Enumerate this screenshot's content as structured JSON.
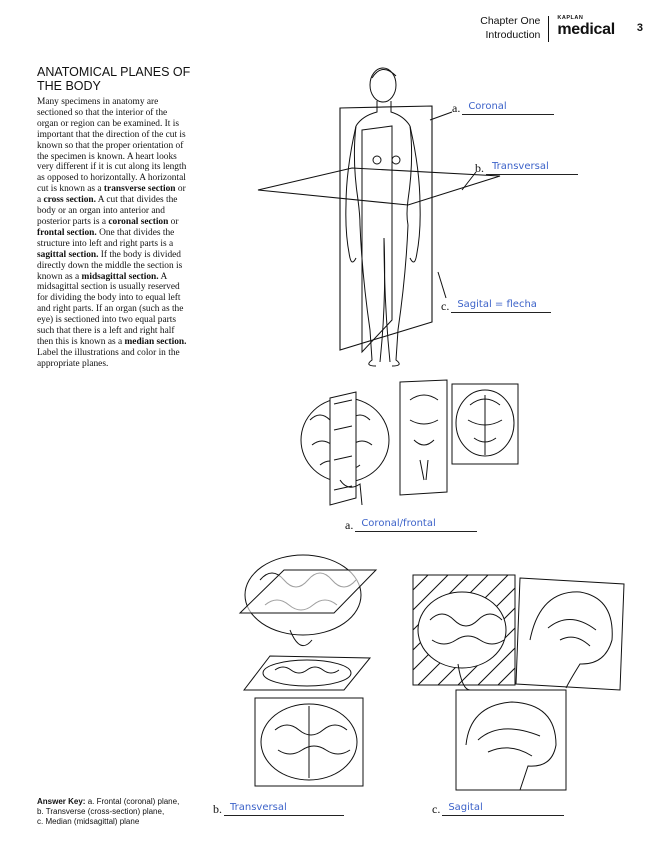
{
  "header": {
    "chapter": "Chapter One",
    "section": "Introduction",
    "brand_small": "KAPLAN",
    "brand": "medical",
    "page_number": "3"
  },
  "title": "ANATOMICAL PLANES OF THE BODY",
  "body": {
    "p1": "Many specimens in anatomy are sectioned so that the interior of the organ or region can be examined. It is important that the direction of the cut is known so that the proper orientation of the specimen is known. A heart looks very different if it is cut along its length as opposed to horizontally. A horizontal cut is known as a ",
    "t1": "transverse section",
    "p2": " or a ",
    "t2": "cross section.",
    "p3": " A cut that divides the body or an organ into anterior and posterior parts is a ",
    "t3": "coronal section",
    "p4": " or ",
    "t4": "frontal section.",
    "p5": " One that divides the structure into left and right parts is a ",
    "t5": "sagittal section.",
    "p6": " If the body is divided directly down the middle the section is known as a ",
    "t6": "midsagittal section.",
    "p7": " A midsagittal section is usually reserved for dividing the body into to equal left and right parts. If an organ (such as the eye) is sectioned into two equal parts such that there is a left and right half then this is known as a ",
    "t7": "median section.",
    "p8": " Label the illustrations and color in the appropriate planes."
  },
  "labels": {
    "body_a": {
      "letter": "a.",
      "answer": "Coronal"
    },
    "body_b": {
      "letter": "b.",
      "answer": "Transversal"
    },
    "body_c": {
      "letter": "c.",
      "answer": "Sagital = flecha"
    },
    "brain_a": {
      "letter": "a.",
      "answer": "Coronal/frontal"
    },
    "brain_b": {
      "letter": "b.",
      "answer": "Transversal"
    },
    "brain_c": {
      "letter": "c.",
      "answer": "Sagital"
    }
  },
  "answer_key": {
    "heading": "Answer Key:",
    "line1": " a. Frontal (coronal) plane,",
    "line2": "b. Transverse (cross-section) plane,",
    "line3": "c. Median (midsagittal) plane"
  },
  "colors": {
    "handwriting": "#3d63c9",
    "ink": "#111111"
  }
}
